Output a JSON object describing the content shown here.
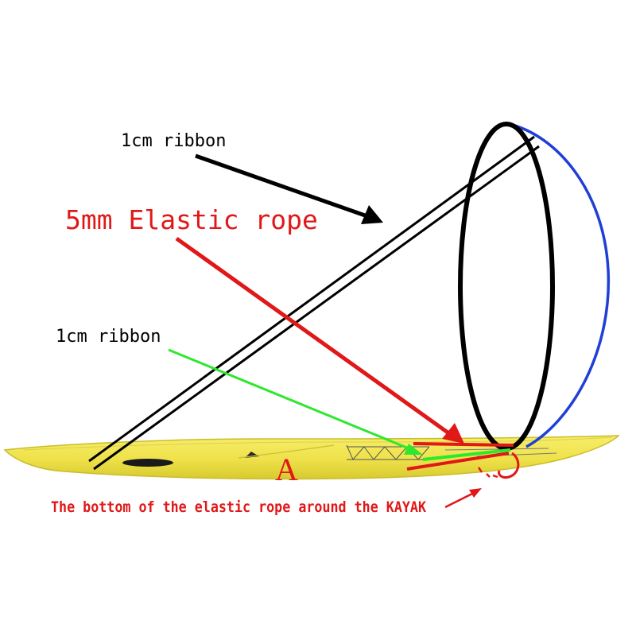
{
  "labels": {
    "ribbon_top": "1cm ribbon",
    "elastic_rope": "5mm Elastic rope",
    "ribbon_lower": "1cm ribbon",
    "hull_letter": "A",
    "bottom_note": "The bottom of the elastic rope around the KAYAK"
  },
  "colors": {
    "kayak_fill": "#f2e64a",
    "kayak_edge": "#c9bd2a",
    "hoop": "#000000",
    "blue_rope": "#1f3fd6",
    "red": "#e01818",
    "green": "#2ee82e",
    "black": "#000000"
  },
  "icons": [
    "arrow-black",
    "arrow-red",
    "arrow-green",
    "arrow-red-small"
  ]
}
